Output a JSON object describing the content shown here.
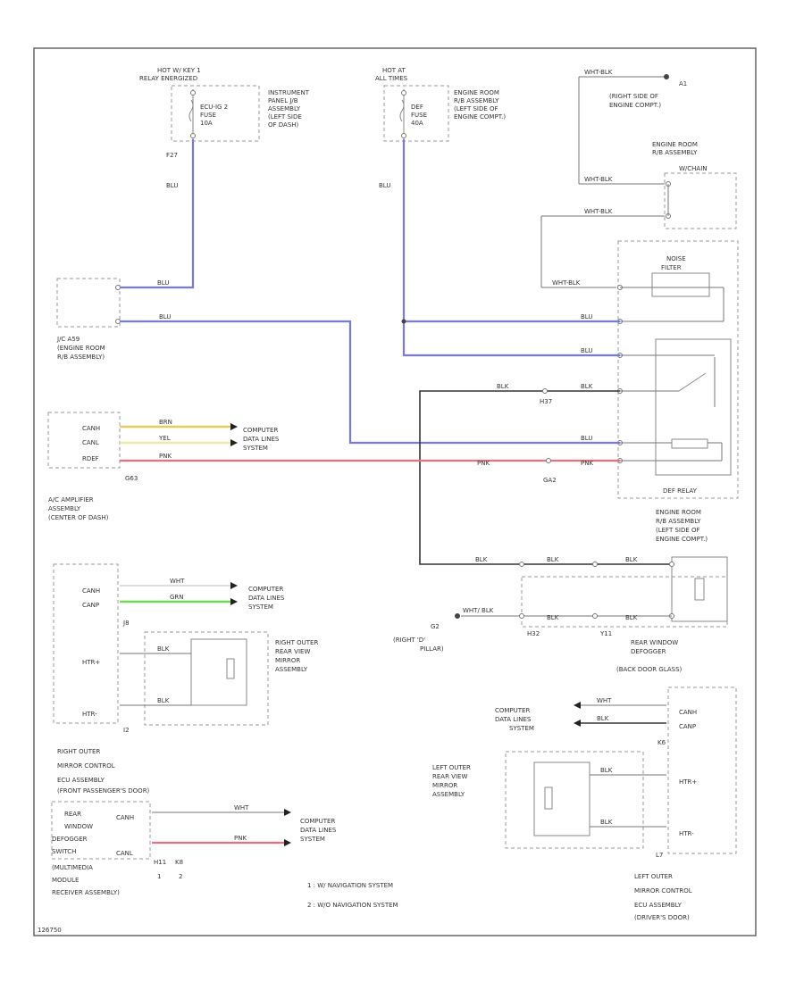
{
  "frame_id": "126750",
  "components": {
    "hot_key": [
      "HOT W/ KEY 1",
      "RELAY ENERGIZED"
    ],
    "hot_at": [
      "HOT AT",
      "ALL TIMES"
    ],
    "ecu_ig2_fuse": [
      "ECU-IG 2",
      "FUSE",
      "10A"
    ],
    "instrument_panel_jb": [
      "INSTRUMENT",
      "PANEL J/B",
      "ASSEMBLY",
      "(LEFT SIDE",
      "OF DASH)"
    ],
    "def_fuse": [
      "DEF",
      "FUSE",
      "40A"
    ],
    "engine_room_rb_left": [
      "ENGINE ROOM",
      "R/B ASSEMBLY",
      "(LEFT SIDE OF",
      "ENGINE COMPT.)"
    ],
    "ground_a1": [
      "A1",
      "(RIGHT SIDE OF",
      "ENGINE COMPT.)"
    ],
    "engine_room_rb_wchain": [
      "ENGINE ROOM",
      "R/B ASSEMBLY",
      "W/CHAIN"
    ],
    "noise_filter": [
      "NOISE",
      "FILTER"
    ],
    "jc_jb": [
      "J/C A59",
      "(ENGINE ROOM",
      "R/B ASSEMBLY)"
    ],
    "ac_amplifier": [
      "A/C AMPLIFIER",
      "ASSEMBLY",
      "(CENTER OF DASH)"
    ],
    "def_relay": "DEF RELAY",
    "engine_room_rb_left2": [
      "ENGINE ROOM",
      "R/B ASSEMBLY",
      "(LEFT SIDE OF",
      "ENGINE COMPT.)"
    ],
    "ground_g2": [
      "G2",
      "(RIGHT 'D'",
      "PILLAR)"
    ],
    "rear_window_defogger": [
      "REAR WINDOW",
      "DEFOGGER",
      "(BACK DOOR GLASS)"
    ],
    "right_mirror": [
      "RIGHT OUTER",
      "REAR VIEW",
      "MIRROR",
      "ASSEMBLY"
    ],
    "right_mirror_ecu": [
      "RIGHT OUTER",
      "MIRROR CONTROL",
      "ECU ASSEMBLY",
      "(FRONT PASSENGER'S DOOR)"
    ],
    "multimedia": [
      "REAR",
      "WINDOW",
      "DEFOGGER",
      "SWITCH",
      "(MULTIMEDIA",
      "MODULE",
      "RECEIVER ASSEMBLY)"
    ],
    "left_mirror": [
      "LEFT OUTER",
      "REAR VIEW",
      "MIRROR",
      "ASSEMBLY"
    ],
    "left_mirror_ecu": [
      "LEFT OUTER",
      "MIRROR CONTROL",
      "ECU ASSEMBLY",
      "(DRIVER'S DOOR)"
    ],
    "computer_data_lines": [
      "COMPUTER",
      "DATA LINES",
      "SYSTEM"
    ]
  },
  "pins": {
    "ac_amp": [
      "CANH",
      "CANL",
      "RDEF"
    ],
    "ac_amp_connector": "G63",
    "right_ecu": [
      "CANH",
      "CANP",
      "HTR+",
      "HTR-"
    ],
    "right_ecu_connectors": [
      "J8",
      "I2"
    ],
    "left_ecu": [
      "CANH",
      "CANP",
      "HTR+",
      "HTR-"
    ],
    "left_ecu_connectors": [
      "K6",
      "L7"
    ],
    "multimedia_pins": [
      "CANH",
      "CANL"
    ],
    "multimedia_connectors": [
      "H11",
      "K8"
    ],
    "multimedia_notes": [
      "1",
      "2"
    ]
  },
  "wires": {
    "blu": "BLU",
    "blk": "BLK",
    "wht": "WHT",
    "wht_blk": "WHT-BLK",
    "brn": "BRN",
    "yel": "YEL",
    "pnk": "PNK",
    "grn": "GRN",
    "wht_blk_slash": "WHT/ BLK"
  },
  "connectors": {
    "f27": "F27",
    "h37": "H37",
    "ga2": "GA2",
    "h32": "H32",
    "y11": "Y11"
  },
  "notes": [
    "1 : W/ NAVIGATION SYSTEM",
    "2 : W/O NAVIGATION SYSTEM"
  ],
  "colors": {
    "blu": "#7777ee",
    "brn": "#e6cd60",
    "yel": "#f0e9a0",
    "pnk": "#ec6f7f",
    "grn": "#6fdc55",
    "blk": "#333333"
  }
}
